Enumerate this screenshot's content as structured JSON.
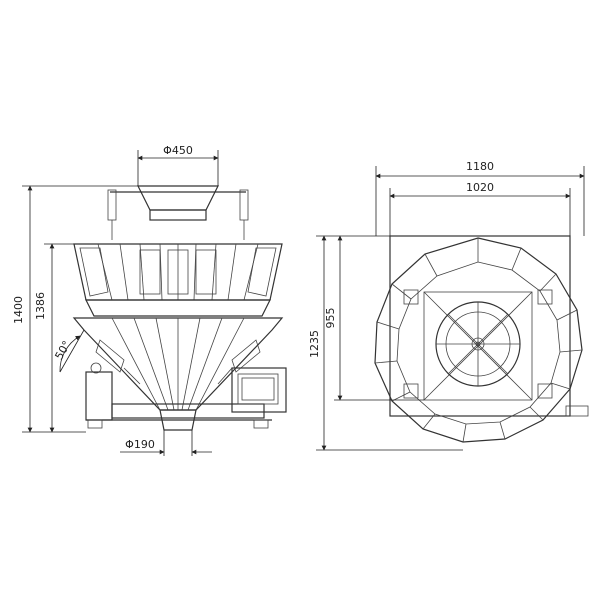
{
  "dimensions": {
    "top_diameter": "Φ450",
    "bottom_diameter": "Φ190",
    "angle": "50°",
    "total_height": "1400",
    "body_height": "1386",
    "plan_width_outer": "1180",
    "plan_width_inner": "1020",
    "plan_height_total": "1235",
    "plan_height_body": "955"
  },
  "colors": {
    "line": "#333333",
    "background": "#ffffff"
  },
  "icons": {
    "front_view": "multihead-weigher-front-view",
    "plan_view": "multihead-weigher-plan-view"
  }
}
